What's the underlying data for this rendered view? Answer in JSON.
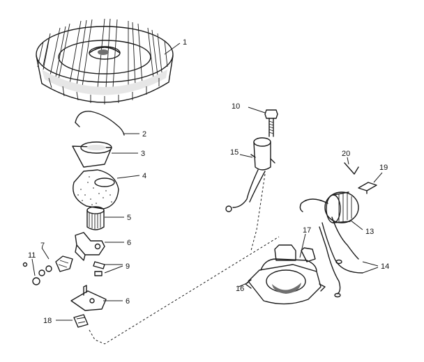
{
  "diagram": {
    "ink_color": "#1a1a1a",
    "background": "#ffffff",
    "callouts": [
      {
        "id": "c1",
        "label": "1"
      },
      {
        "id": "c2",
        "label": "2"
      },
      {
        "id": "c3",
        "label": "3"
      },
      {
        "id": "c4",
        "label": "4"
      },
      {
        "id": "c5",
        "label": "5"
      },
      {
        "id": "c6a",
        "label": "6"
      },
      {
        "id": "c6b",
        "label": "6"
      },
      {
        "id": "c7",
        "label": "7"
      },
      {
        "id": "c9",
        "label": "9"
      },
      {
        "id": "c10",
        "label": "10"
      },
      {
        "id": "c11",
        "label": "11"
      },
      {
        "id": "c13",
        "label": "13"
      },
      {
        "id": "c14",
        "label": "14"
      },
      {
        "id": "c15",
        "label": "15"
      },
      {
        "id": "c16",
        "label": "16"
      },
      {
        "id": "c17",
        "label": "17"
      },
      {
        "id": "c18",
        "label": "18"
      },
      {
        "id": "c19",
        "label": "19"
      },
      {
        "id": "c20",
        "label": "20"
      }
    ]
  }
}
